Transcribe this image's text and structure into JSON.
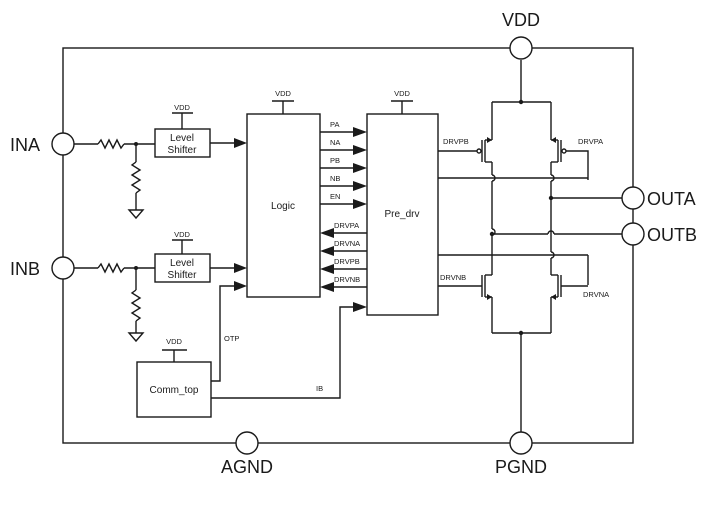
{
  "diagram": {
    "title": "Dual H-bridge driver block diagram",
    "pins": {
      "vdd": "VDD",
      "ina": "INA",
      "inb": "INB",
      "outa": "OUTA",
      "outb": "OUTB",
      "agnd": "AGND",
      "pgnd": "PGND"
    },
    "blocks": {
      "level_shifter_a": {
        "line1": "Level",
        "line2": "Shifter",
        "supply": "VDD"
      },
      "level_shifter_b": {
        "line1": "Level",
        "line2": "Shifter",
        "supply": "VDD"
      },
      "logic": {
        "label": "Logic",
        "supply": "VDD"
      },
      "pre_drv": {
        "label": "Pre_drv",
        "supply": "VDD"
      },
      "comm_top": {
        "label": "Comm_top",
        "supply": "VDD"
      }
    },
    "signals": {
      "logic_to_predrv": [
        "PA",
        "NA",
        "PB",
        "NB",
        "EN"
      ],
      "predrv_to_logic": [
        "DRVPA",
        "DRVNA",
        "DRVPB",
        "DRVNB"
      ],
      "otp": "OTP",
      "ib": "IB",
      "gate_drvpb": "DRVPB",
      "gate_drvpa": "DRVPA",
      "gate_drvnb": "DRVNB",
      "gate_drvna": "DRVNA"
    }
  }
}
